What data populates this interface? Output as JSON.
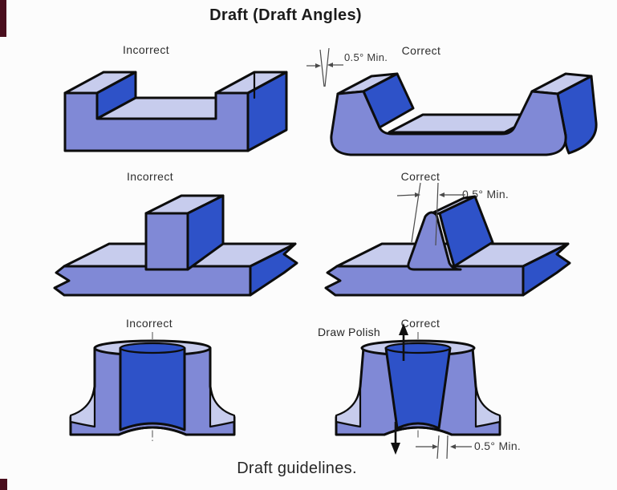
{
  "title": "Draft (Draft Angles)",
  "caption": "Draft guidelines.",
  "figures": {
    "u_channel_incorrect": {
      "label": "Incorrect"
    },
    "u_channel_correct": {
      "label": "Correct",
      "annotation": "0.5° Min."
    },
    "rib_incorrect": {
      "label": "Incorrect"
    },
    "rib_correct": {
      "label": "Correct",
      "annotation": "0.5° Min."
    },
    "boss_incorrect": {
      "label": "Incorrect"
    },
    "boss_correct": {
      "label": "Correct",
      "annotation": "0.5° Min.",
      "draw_direction_label": "Draw Polish"
    }
  },
  "colors": {
    "background": "#fcfcfc",
    "face_top": "#c7cced",
    "face_front": "#8089d6",
    "face_side": "#2e52c8",
    "outline": "#0d0d0d",
    "accent_mark": "#4a0f1e"
  }
}
